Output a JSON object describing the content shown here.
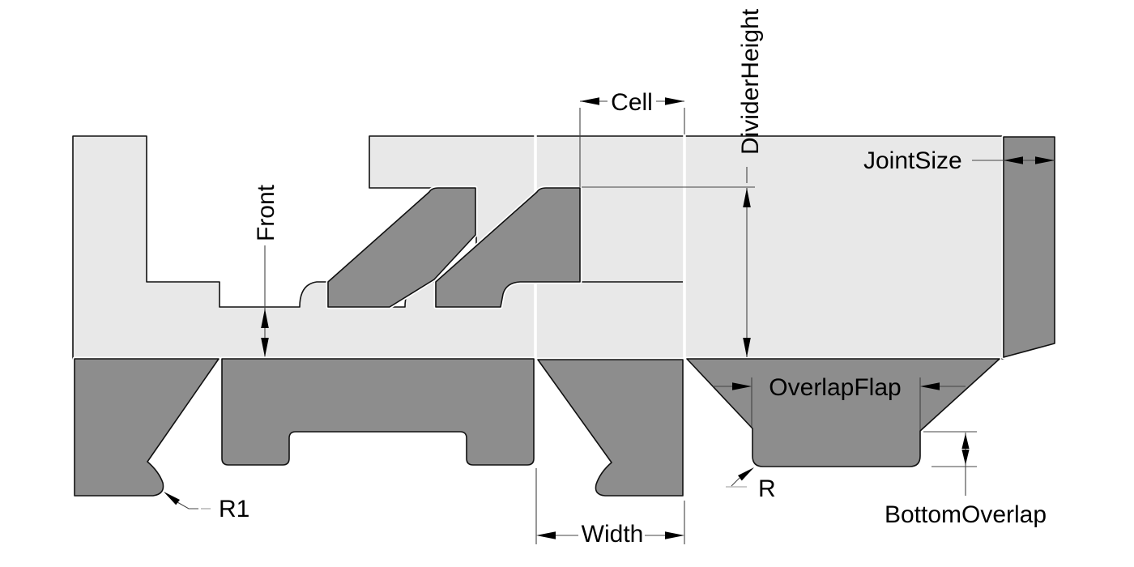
{
  "diagram": {
    "labels": {
      "divider_height": "DividerHeight",
      "cell": "Cell",
      "front": "Front",
      "joint_size": "JointSize",
      "overlap_flap": "OverlapFlap",
      "width": "Width",
      "r1": "R1",
      "r": "R",
      "bottom_overlap": "BottomOverlap"
    },
    "colors": {
      "background": "#ffffff",
      "panel_light": "#e8e8e8",
      "flap_dark": "#8d8d8d",
      "outline": "#111111",
      "dim_line": "#444444",
      "label_text": "#000000"
    }
  }
}
